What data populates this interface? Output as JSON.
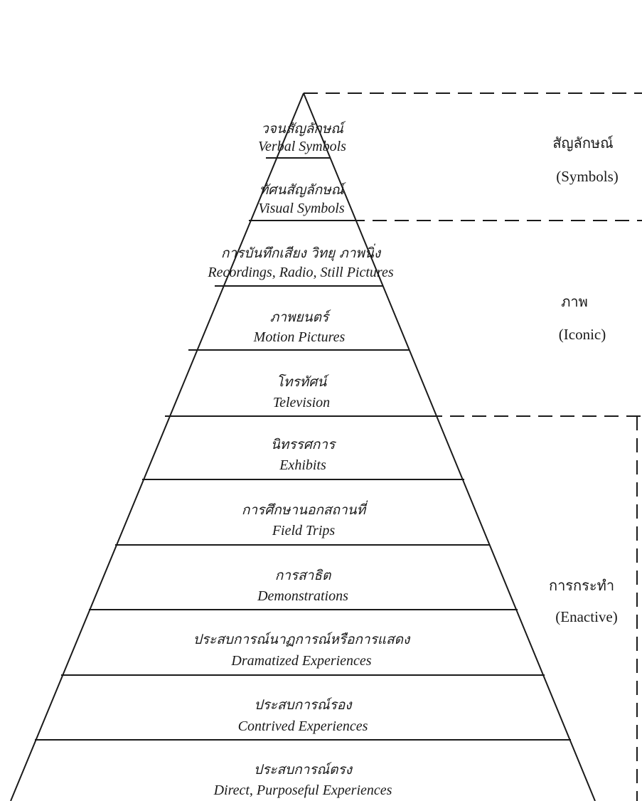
{
  "levels": [
    {
      "thai": "วจนสัญลักษณ์",
      "english": "Verbal Symbols"
    },
    {
      "thai": "ทัศนสัญลักษณ์",
      "english": "Visual Symbols"
    },
    {
      "thai": "การบันทึกเสียง วิทยุ ภาพนิ่ง",
      "english": "Recordings, Radio, Still Pictures"
    },
    {
      "thai": "ภาพยนตร์",
      "english": "Motion Pictures"
    },
    {
      "thai": "โทรทัศน์",
      "english": "Television"
    },
    {
      "thai": "นิทรรศการ",
      "english": "Exhibits"
    },
    {
      "thai": "การศึกษานอกสถานที่",
      "english": "Field Trips"
    },
    {
      "thai": "การสาธิต",
      "english": "Demonstrations"
    },
    {
      "thai": "ประสบการณ์นาฏการณ์หรือการแสดง",
      "english": "Dramatized Experiences"
    },
    {
      "thai": "ประสบการณ์รอง",
      "english": "Contrived Experiences"
    },
    {
      "thai": "ประสบการณ์ตรง",
      "english": "Direct, Purposeful Experiences"
    }
  ],
  "categories": [
    {
      "thai": "สัญลักษณ์",
      "english": "(Symbols)"
    },
    {
      "thai": "ภาพ",
      "english": "(Iconic)"
    },
    {
      "thai": "การกระทำ",
      "english": "(Enactive)"
    }
  ],
  "colors": {
    "line": "#1a1a1a",
    "text": "#1a1a1a",
    "background": "#ffffff"
  }
}
